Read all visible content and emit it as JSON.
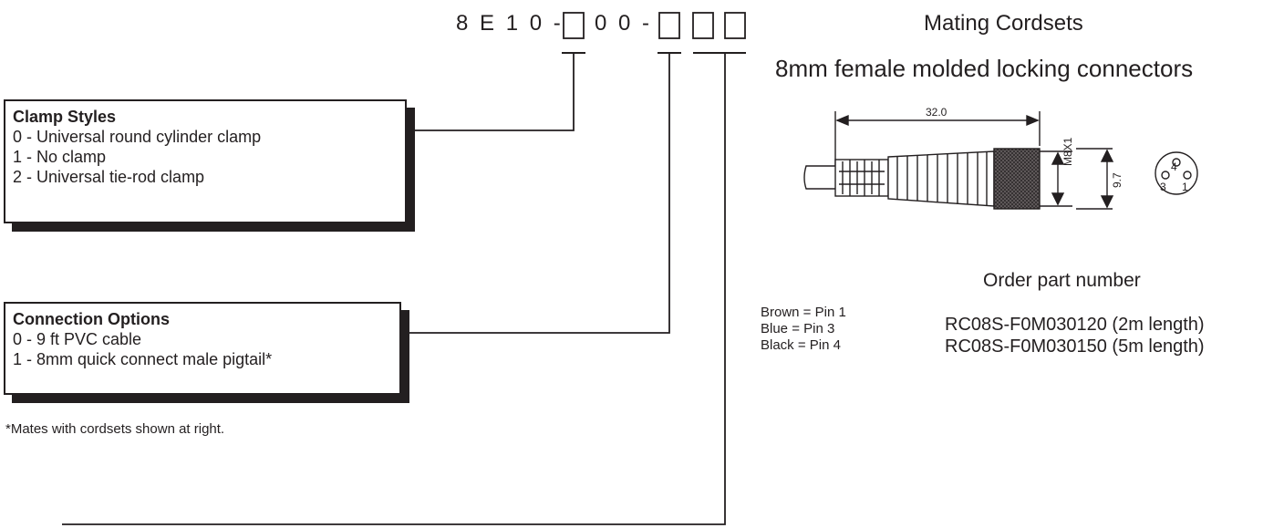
{
  "part_code": {
    "prefix": "8 E 1 0 -",
    "middle": "0 0 -"
  },
  "clamp_styles": {
    "title": "Clamp Styles",
    "items": [
      "0 - Universal round cylinder clamp",
      "1 - No clamp",
      "2 - Universal tie-rod clamp"
    ]
  },
  "connection_options": {
    "title": "Connection Options",
    "items": [
      "0 - 9 ft PVC cable",
      "1 - 8mm quick connect male pigtail*"
    ],
    "footnote": "*Mates with cordsets shown at right."
  },
  "cordsets": {
    "title": "Mating Cordsets",
    "subtitle": "8mm female molded locking connectors",
    "dim_length": "32.0",
    "dim_thread": "M8X1",
    "dim_diameter": "9.7",
    "pins": [
      "4",
      "3",
      "1"
    ],
    "wiring": [
      "Brown = Pin 1",
      "Blue = Pin 3",
      "Black = Pin 4"
    ],
    "order_title": "Order part number",
    "order_items": [
      "RC08S-F0M030120 (2m length)",
      "RC08S-F0M030150 (5m length)"
    ]
  },
  "colors": {
    "ink": "#231f20",
    "knurl": "#3a3536"
  }
}
